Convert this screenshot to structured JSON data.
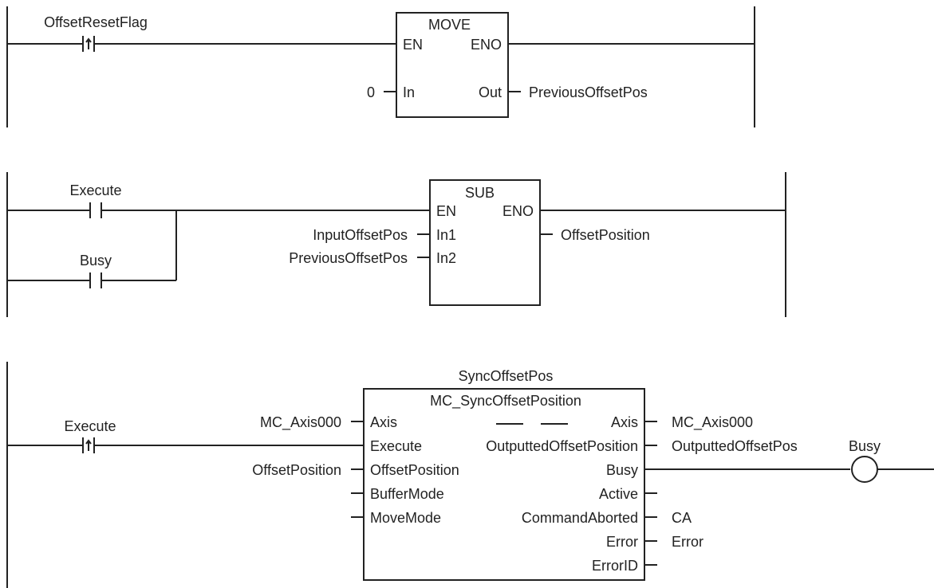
{
  "rung1": {
    "contact_label": "OffsetResetFlag",
    "block_name": "MOVE",
    "en": "EN",
    "eno": "ENO",
    "in_pin": "In",
    "out_pin": "Out",
    "in_value": "0",
    "out_var": "PreviousOffsetPos"
  },
  "rung2": {
    "contact1_label": "Execute",
    "contact2_label": "Busy",
    "block_name": "SUB",
    "en": "EN",
    "eno": "ENO",
    "in1_pin": "In1",
    "in2_pin": "In2",
    "in1_var": "InputOffsetPos",
    "in2_var": "PreviousOffsetPos",
    "out_var": "OffsetPosition"
  },
  "rung3": {
    "instance_name": "SyncOffsetPos",
    "fb_name": "MC_SyncOffsetPosition",
    "contact_label": "Execute",
    "coil_label": "Busy",
    "inputs": {
      "axis": "Axis",
      "execute": "Execute",
      "offset_position": "OffsetPosition",
      "buffer_mode": "BufferMode",
      "move_mode": "MoveMode"
    },
    "outputs": {
      "axis": "Axis",
      "outputted_offset_position": "OutputtedOffsetPosition",
      "busy": "Busy",
      "active": "Active",
      "command_aborted": "CommandAborted",
      "error": "Error",
      "error_id": "ErrorID"
    },
    "input_vars": {
      "axis": "MC_Axis000",
      "offset_position": "OffsetPosition"
    },
    "output_vars": {
      "axis": "MC_Axis000",
      "outputted_offset_position": "OutputtedOffsetPos",
      "command_aborted": "CA",
      "error": "Error"
    }
  }
}
